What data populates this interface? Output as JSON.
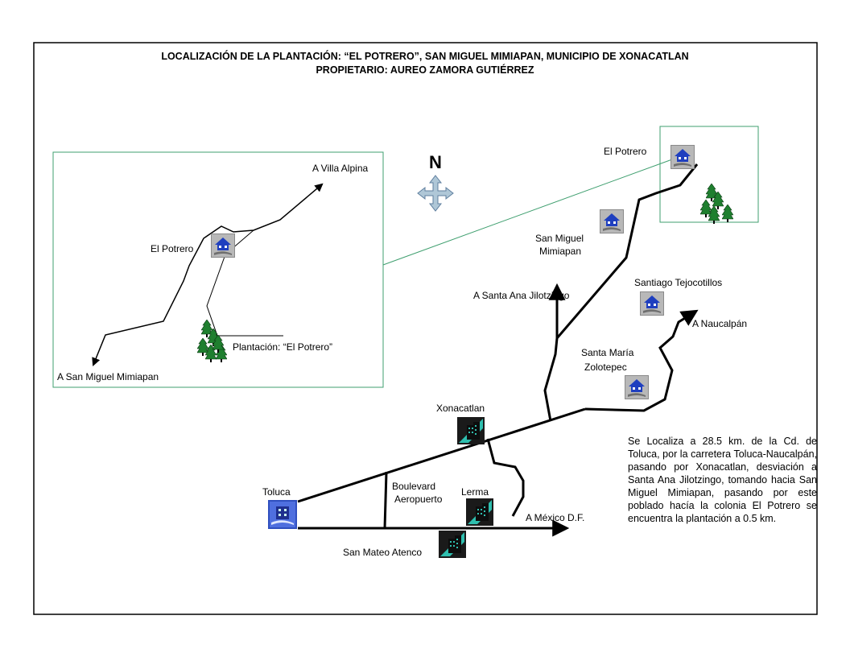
{
  "title": {
    "line1": "LOCALIZACIÓN DE LA PLANTACIÓN: “EL POTRERO”, SAN MIGUEL MIMIAPAN, MUNICIPIO DE XONACATLAN",
    "line2": "PROPIETARIO: AUREO ZAMORA GUTIÉRREZ"
  },
  "north": "N",
  "inset": {
    "to_villa_alpina": "A Villa Alpina",
    "el_potrero": "El Potrero",
    "plantation": "Plantación: “El Potrero”",
    "to_san_miguel": "A San Miguel Mimiapan"
  },
  "places": {
    "el_potrero": "El Potrero",
    "san_miguel_1": "San Miguel",
    "san_miguel_2": "Mimiapan",
    "santa_ana": "A Santa Ana Jilotzingo",
    "santiago": "Santiago Tejocotillos",
    "naucalpan": "A Naucalpán",
    "santa_maria_1": "Santa María",
    "santa_maria_2": "Zolotepec",
    "xonacatlan": "Xonacatlan",
    "toluca": "Toluca",
    "boulevard_1": "Boulevard",
    "boulevard_2": "Aeropuerto",
    "lerma": "Lerma",
    "mexico": "A México D.F.",
    "san_mateo": "San Mateo Atenco"
  },
  "description": "Se Localiza a 28.5 km. de la Cd. de Toluca, por la carretera Toluca-Naucalpán, pasando por Xonacatlan, desviación a Santa Ana Jilotzingo, tomando hacia San Miguel Mimiapan, pasando por este poblado hacía la colonia El Potrero se encuentra la plantación a 0.5 km.",
  "colors": {
    "frame": "#000000",
    "inset_border": "#3f9f6f",
    "tree": "#1f7f2f",
    "town_icon_bg": "#7f7f7f",
    "house_blue": "#1f3fbf",
    "city_icon_teal": "#2fbfaf",
    "toluca_icon_blue": "#3f5fcf",
    "compass_fill": "#afc7d7"
  },
  "icons": {
    "house": "house-icon",
    "city": "city-icon",
    "tree": "tree-icon",
    "compass": "compass-icon"
  }
}
